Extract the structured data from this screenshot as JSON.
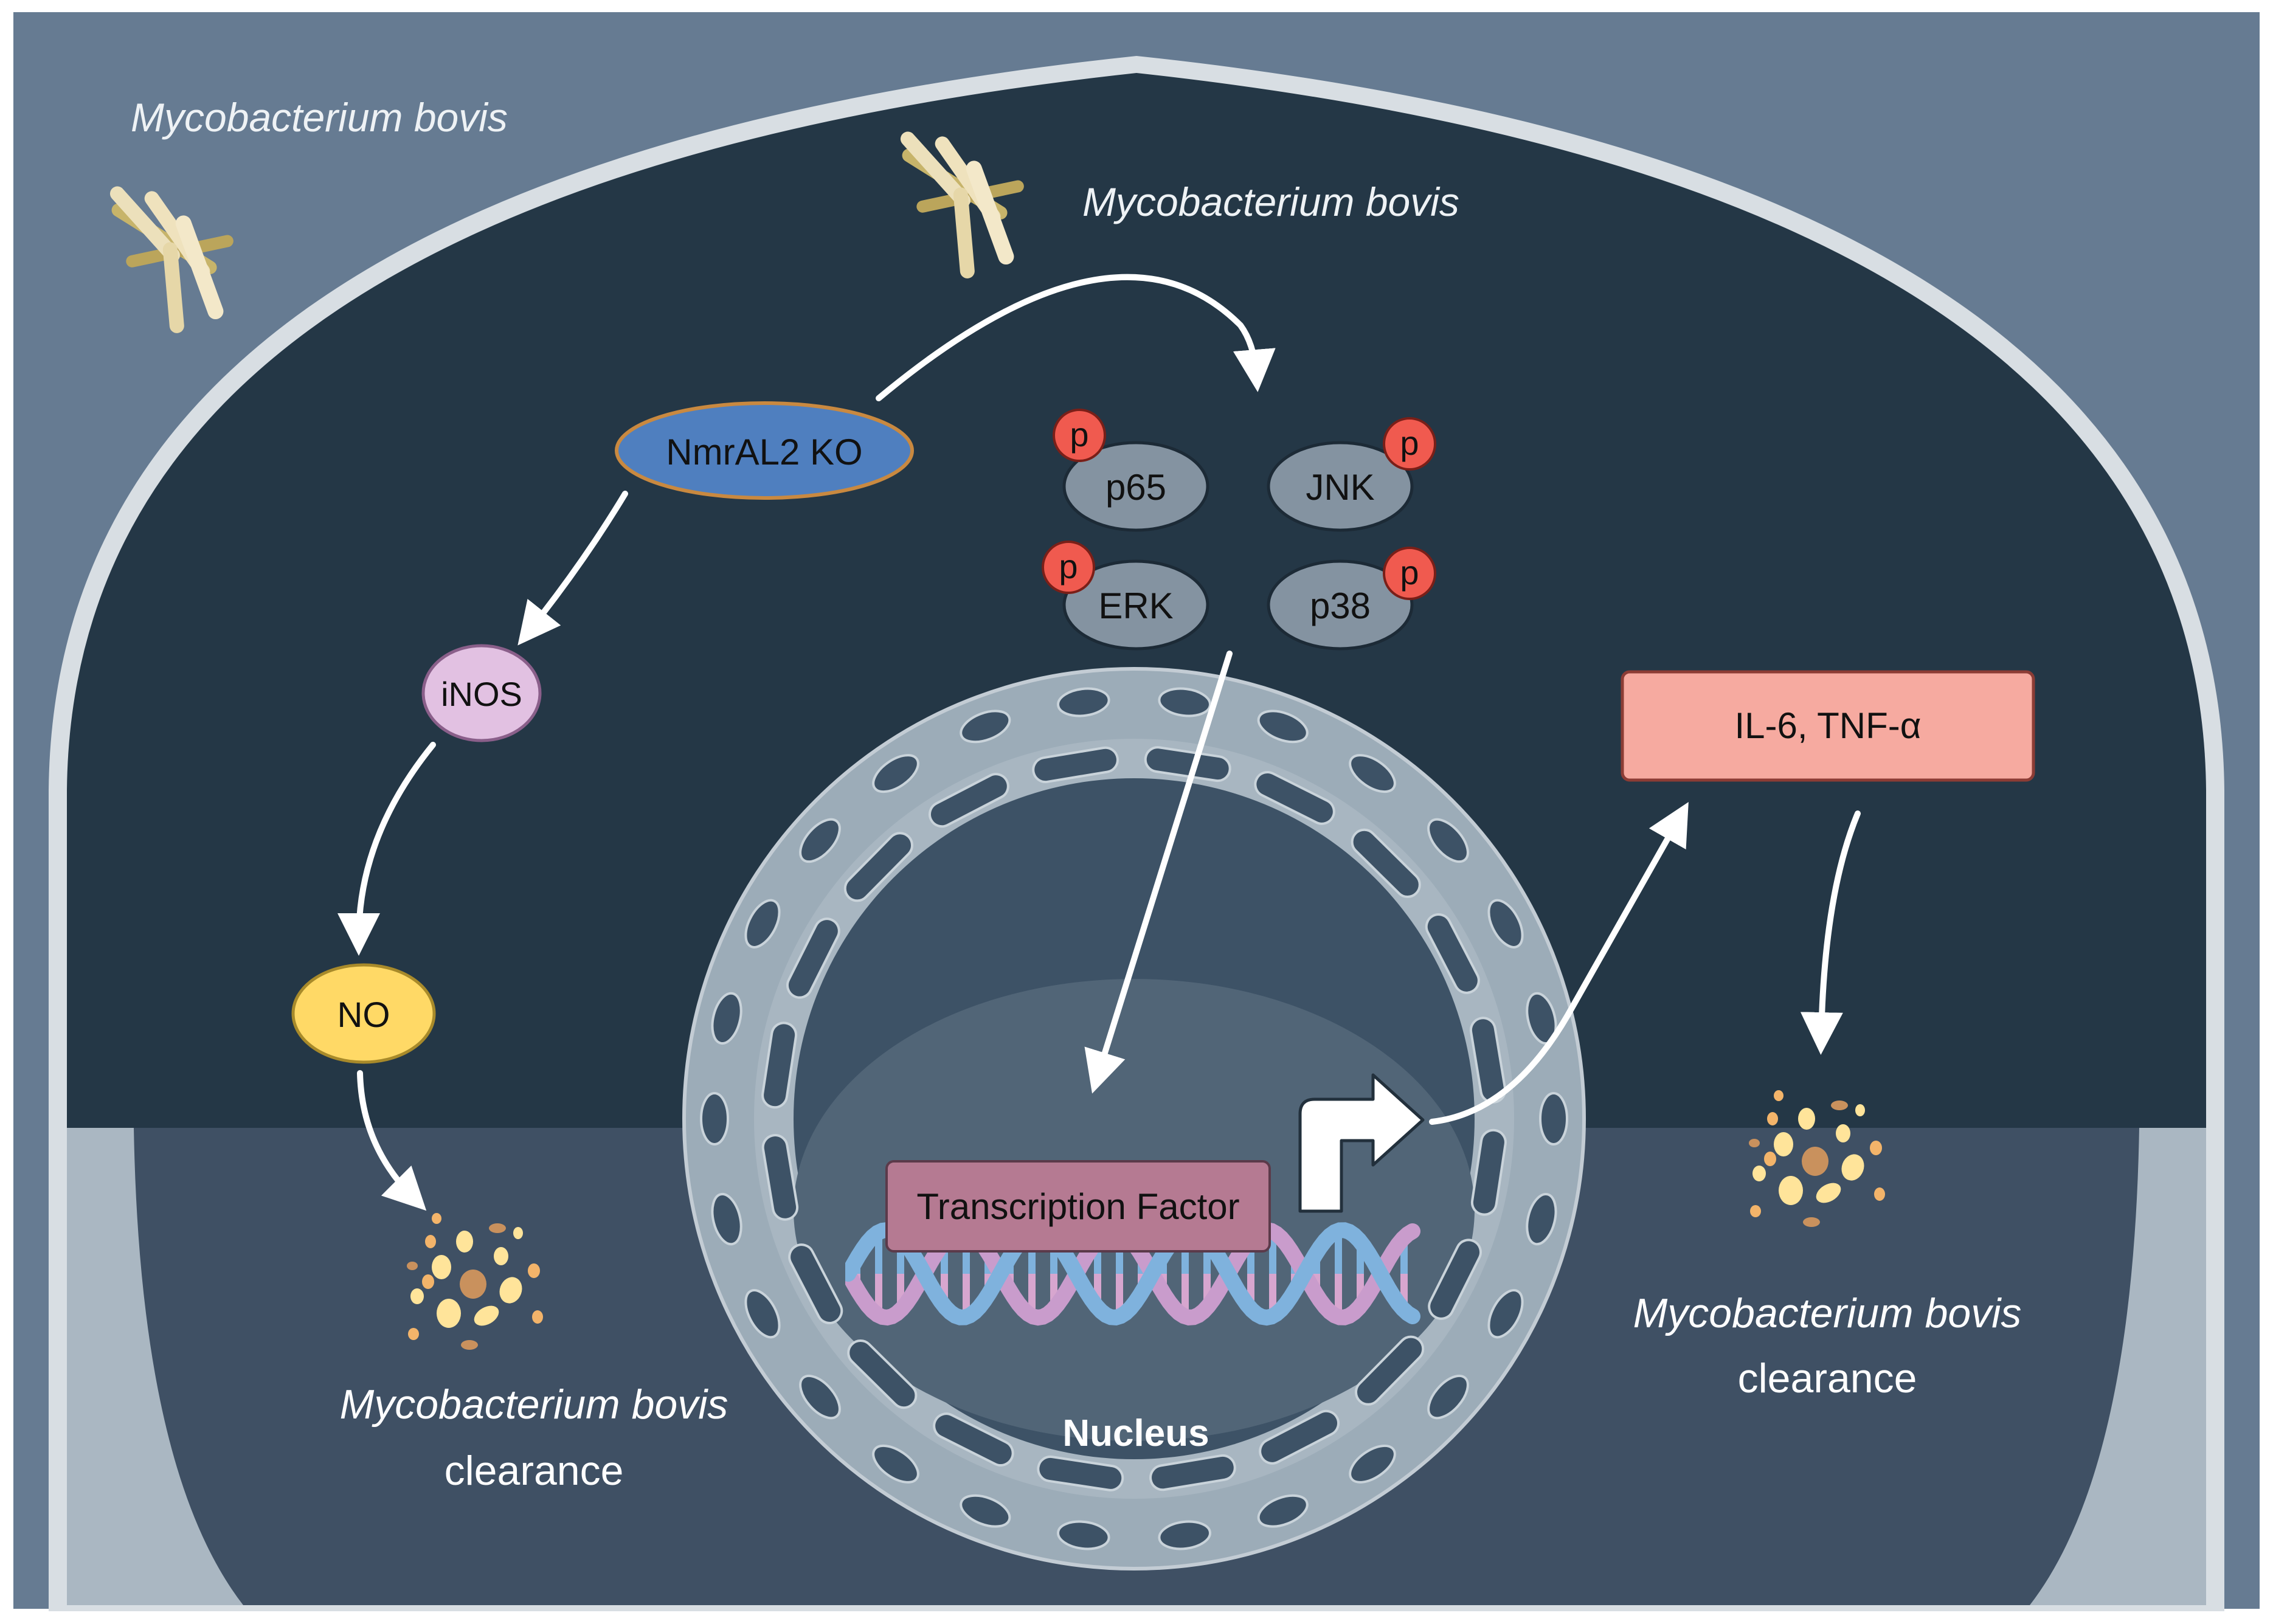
{
  "labels": {
    "bacteria_outside": "Mycobacterium bovis",
    "bacteria_inside": "Mycobacterium bovis",
    "knockout": "NmrAL2 KO",
    "inos": "iNOS",
    "no": "NO",
    "clearance_left_line1": "Mycobacterium bovis",
    "clearance_left_line2": "clearance",
    "clearance_right_line1": "Mycobacterium bovis",
    "clearance_right_line2": "clearance",
    "cytokines": "IL-6, TNF-α",
    "transcription_factor": "Transcription Factor",
    "nucleus": "Nucleus"
  },
  "kinases": [
    {
      "name": "p65",
      "phospho": "p"
    },
    {
      "name": "JNK",
      "phospho": "p"
    },
    {
      "name": "ERK",
      "phospho": "p"
    },
    {
      "name": "p38",
      "phospho": "p"
    }
  ],
  "colors": {
    "outer_background": "#667b92",
    "cytoplasm": "#243746",
    "membrane": "#d8dee3",
    "knockout_fill": "#4f7fbf",
    "inos_fill": "#e2c1e2",
    "no_fill": "#ffd966",
    "kinase_fill": "#8493a1",
    "phospho_fill": "#f05a4f",
    "cytokine_fill": "#f6aaa0",
    "tf_fill": "#b57a92",
    "nucleus_envelope": "#9cacb8"
  }
}
